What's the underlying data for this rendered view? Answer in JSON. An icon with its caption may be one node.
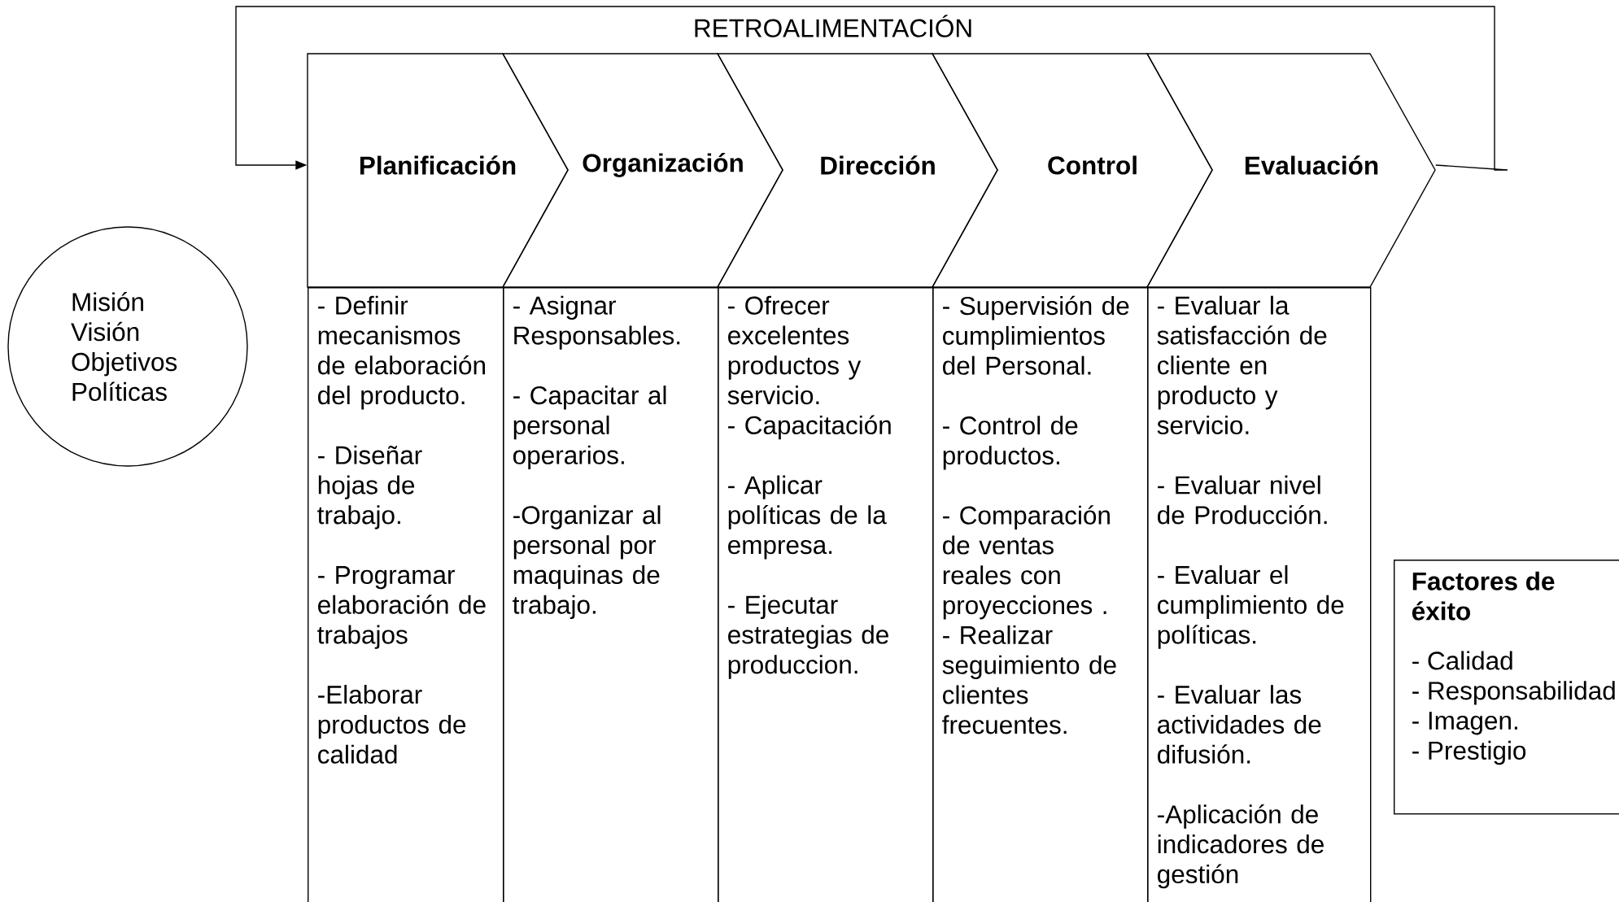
{
  "diagram": {
    "nodes": [
      {
        "text": [
          "Misión Visión Objetivos Políticas"
        ]
      },
      {
        "text": [
          "Planificación"
        ]
      },
      {
        "text": [
          "Organización"
        ]
      },
      {
        "text": [
          "Dirección"
        ]
      },
      {
        "text": [
          "Control"
        ]
      },
      {
        "text": [
          "Evaluación"
        ]
      },
      {
        "text": [
          "- Definir mecanismos de elaboración del producto.",
          "- Diseñar hojas de trabajo.",
          "- Programar elaboración de trabajos",
          "-Elaborar productos de calidad"
        ]
      },
      {
        "text": [
          "- Asignar Responsables.",
          "- Capacitar  al personal operarios.",
          "-Organizar al personal por maquinas de trabajo."
        ]
      },
      {
        "text": [
          "- Ofrecer excelentes productos y servicio.",
          "- Capacitación",
          "- Aplicar políticas de la empresa.",
          "- Ejecutar estrategias de produccion."
        ]
      },
      {
        "text": [
          "- Supervisión de cumplimientos del Personal.",
          "- Control de productos.",
          "- Comparación de ventas reales con proyecciones .",
          "- Realizar seguimiento de clientes frecuentes."
        ]
      },
      {
        "text": [
          "- Evaluar la satisfacción de cliente en producto y servicio.",
          "- Evaluar nivel de Producción.",
          "- Evaluar el cumplimiento de políticas.",
          "- Evaluar las actividades de difusión.",
          "-Aplicación de indicadores de gestión"
        ]
      },
      {
        "text": [
          "Factores de éxito",
          "- Calidad",
          "- Responsabilidad",
          "- Imagen.",
          "- Prestigio"
        ]
      }
    ],
    "edges": [
      {
        "from": 5,
        "to": 1,
        "arrow": "to",
        "label": "RETROALIMENTACIÓN"
      }
    ]
  }
}
